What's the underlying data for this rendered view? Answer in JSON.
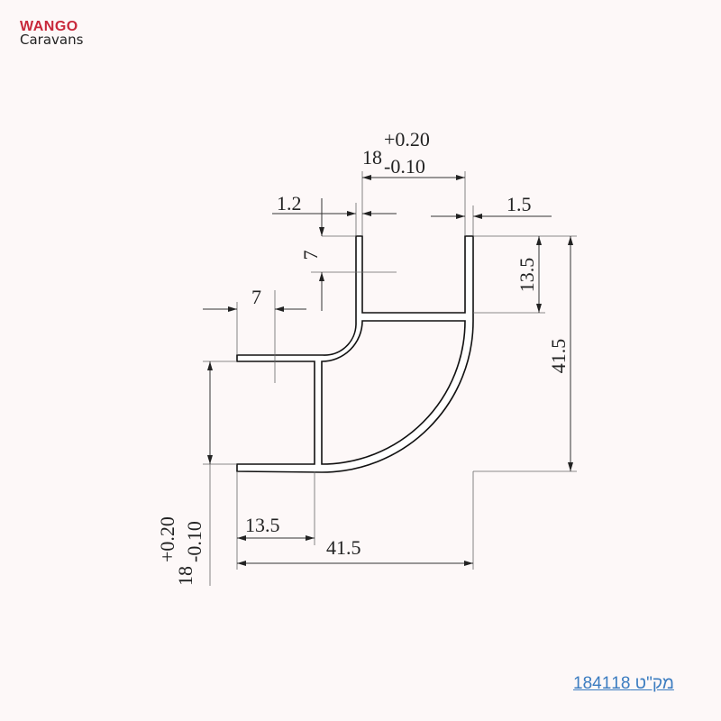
{
  "logo": {
    "line1": "WANGO",
    "line2": "Caravans",
    "brand_color": "#c8283a"
  },
  "drawing": {
    "top_width": {
      "nominal": "18",
      "upper_tol": "+0.20",
      "lower_tol": "-0.10"
    },
    "left_height": {
      "nominal": "18",
      "upper_tol": "+0.20",
      "lower_tol": "-0.10"
    },
    "wall_left": "1.2",
    "wall_right": "1.5",
    "top_leg_depth": "7",
    "left_leg_depth": "7",
    "right_upper": "13.5",
    "right_total": "41.5",
    "bottom_left": "13.5",
    "bottom_total": "41.5"
  },
  "sku": {
    "label": "מק\"ט 184118",
    "color": "#3b7cc0"
  }
}
